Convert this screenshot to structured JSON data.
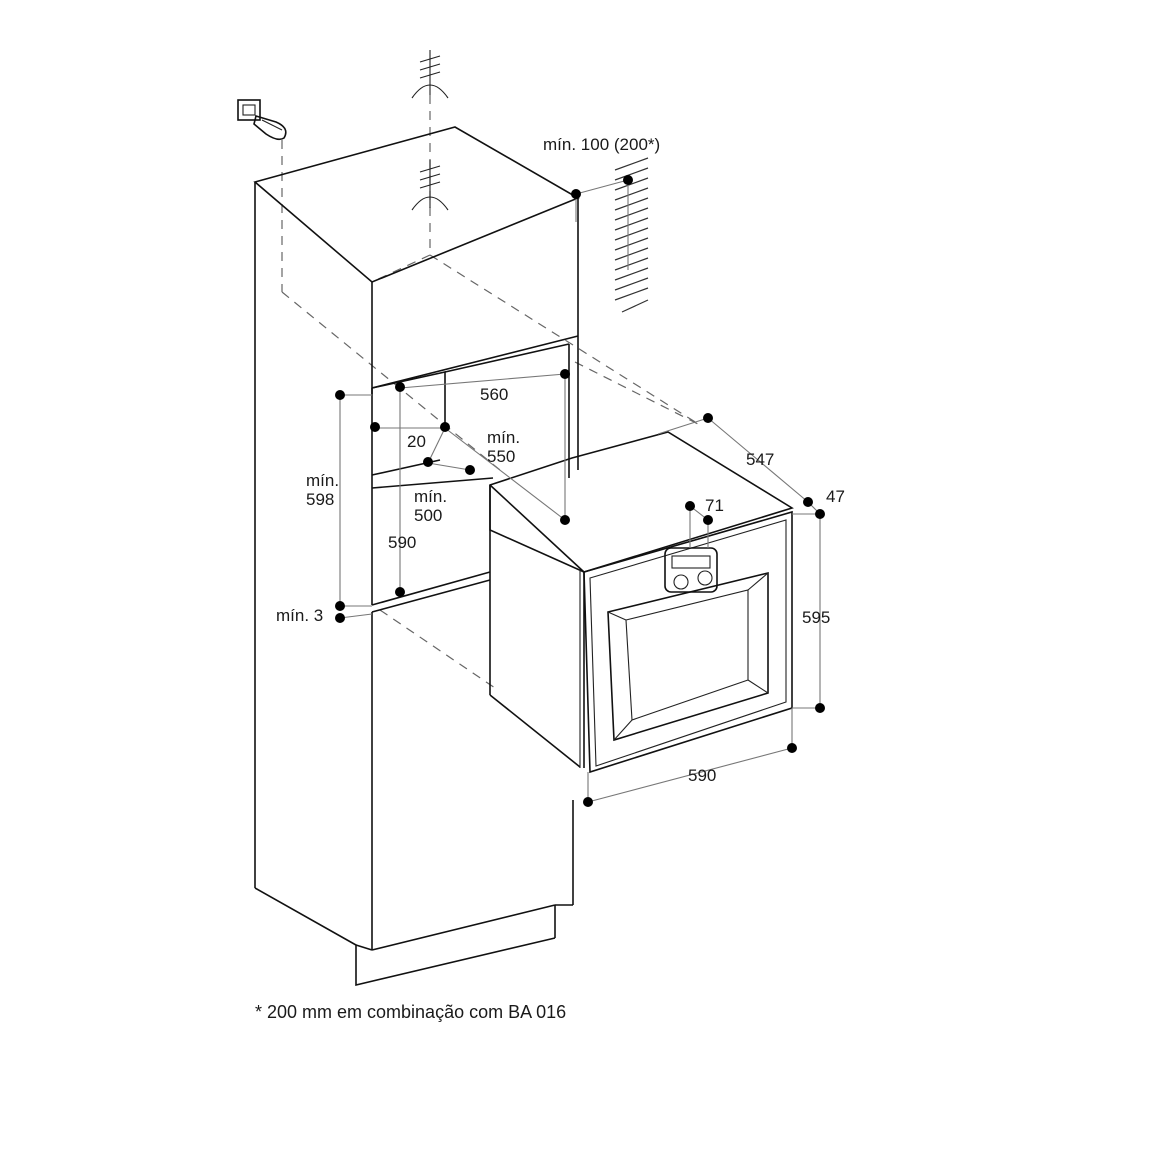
{
  "labels": {
    "wall_clearance": "mín. 100 (200*)",
    "niche_width": "560",
    "niche_depth_min_prefix": "mín.",
    "niche_depth_min_value": "550",
    "offset_20": "20",
    "inner_min_prefix": "mín.",
    "inner_min_value": "500",
    "niche_height_min_prefix": "mín.",
    "niche_height_min_value": "598",
    "niche_height_590": "590",
    "gap_min_3": "mín. 3",
    "oven_depth": "547",
    "front_depth": "47",
    "panel_offset": "71",
    "oven_height": "595",
    "oven_width": "590"
  },
  "footnote": "* 200 mm em combinação com BA 016",
  "colors": {
    "line": "#111111",
    "dimension": "#777777",
    "background": "#ffffff"
  }
}
